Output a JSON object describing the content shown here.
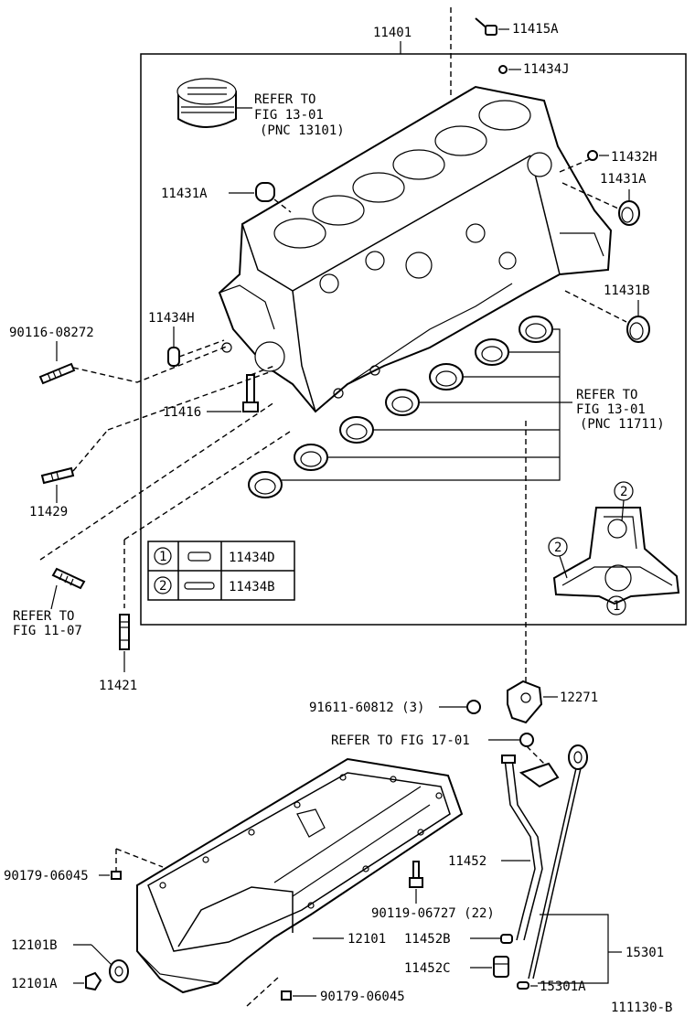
{
  "labels": {
    "top_assembly": "11401",
    "bolt_top": "11415A",
    "plug_top": "11434J",
    "piston_ref_1": "REFER TO",
    "piston_ref_2": "FIG 13-01",
    "piston_ref_3": "(PNC 13101)",
    "plug_h": "11432H",
    "cup_a_left": "11431A",
    "cup_a_right": "11431A",
    "cup_b": "11431B",
    "stud_a": "90116-08272",
    "pin_h": "11434H",
    "bolt_16": "11416",
    "bearing_ref_1": "REFER TO",
    "bearing_ref_2": "FIG 13-01",
    "bearing_ref_3": "(PNC 11711)",
    "stud_29": "11429",
    "legend_1_num": "1",
    "legend_1_part": "11434D",
    "legend_2_num": "2",
    "legend_2_part": "11434B",
    "inset_callout_top": "2",
    "inset_callout_left": "2",
    "inset_callout_bottom": "1",
    "ref_1107_a": "REFER TO",
    "ref_1107_b": "FIG 11-07",
    "stud_21": "11421",
    "nut_label": "91611-60812 (3)",
    "bracket": "12271",
    "ref_1701": "REFER TO FIG 17-01",
    "bolt_pan_left": "90179-06045",
    "tube": "11452",
    "bolt_pan_mid": "90119-06727 (22)",
    "gasket_b": "12101B",
    "oil_pan": "12101",
    "ring_b": "11452B",
    "gauge": "15301",
    "plug_c": "11452C",
    "drain_plug": "12101A",
    "bolt_pan_bottom": "90179-06045",
    "ring_a": "15301A",
    "figure_code": "111130-B"
  }
}
